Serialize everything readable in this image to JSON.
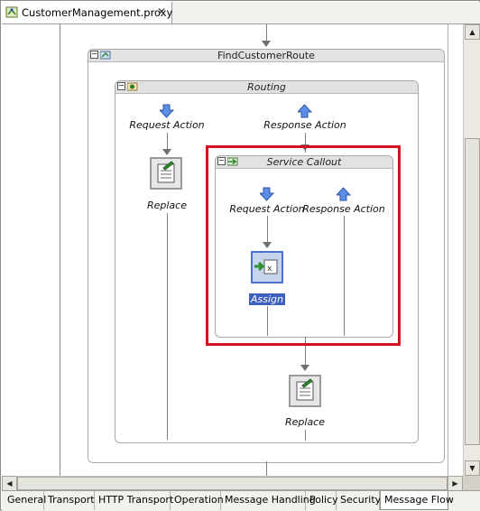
{
  "editor_tab": {
    "title": "CustomerManagement.proxy",
    "close_symbol": "✕"
  },
  "flow": {
    "route_node": {
      "title": "FindCustomerRoute"
    },
    "routing": {
      "title": "Routing",
      "request_action_label": "Request Action",
      "response_action_label": "Response Action",
      "replace_action_label": "Replace"
    },
    "service_callout": {
      "title": "Service Callout",
      "request_action_label": "Request Action",
      "response_action_label": "Response Action",
      "assign_label": "Assign"
    },
    "response_replace_label": "Replace"
  },
  "bottom_tabs": [
    "General",
    "Transport",
    "HTTP Transport",
    "Operation",
    "Message Handling",
    "Policy",
    "Security",
    "Message Flow"
  ],
  "active_bottom_tab": "Message Flow",
  "colors": {
    "highlight_border": "#d0121b",
    "selected_icon": "#4a6fd0",
    "request_arrow": "#4a78d8"
  },
  "icons": [
    "proxy-file-icon",
    "route-node-icon",
    "routing-icon",
    "service-callout-icon",
    "request-arrow-down-icon",
    "response-arrow-up-icon",
    "replace-action-icon",
    "assign-action-icon",
    "collapse-icon"
  ]
}
